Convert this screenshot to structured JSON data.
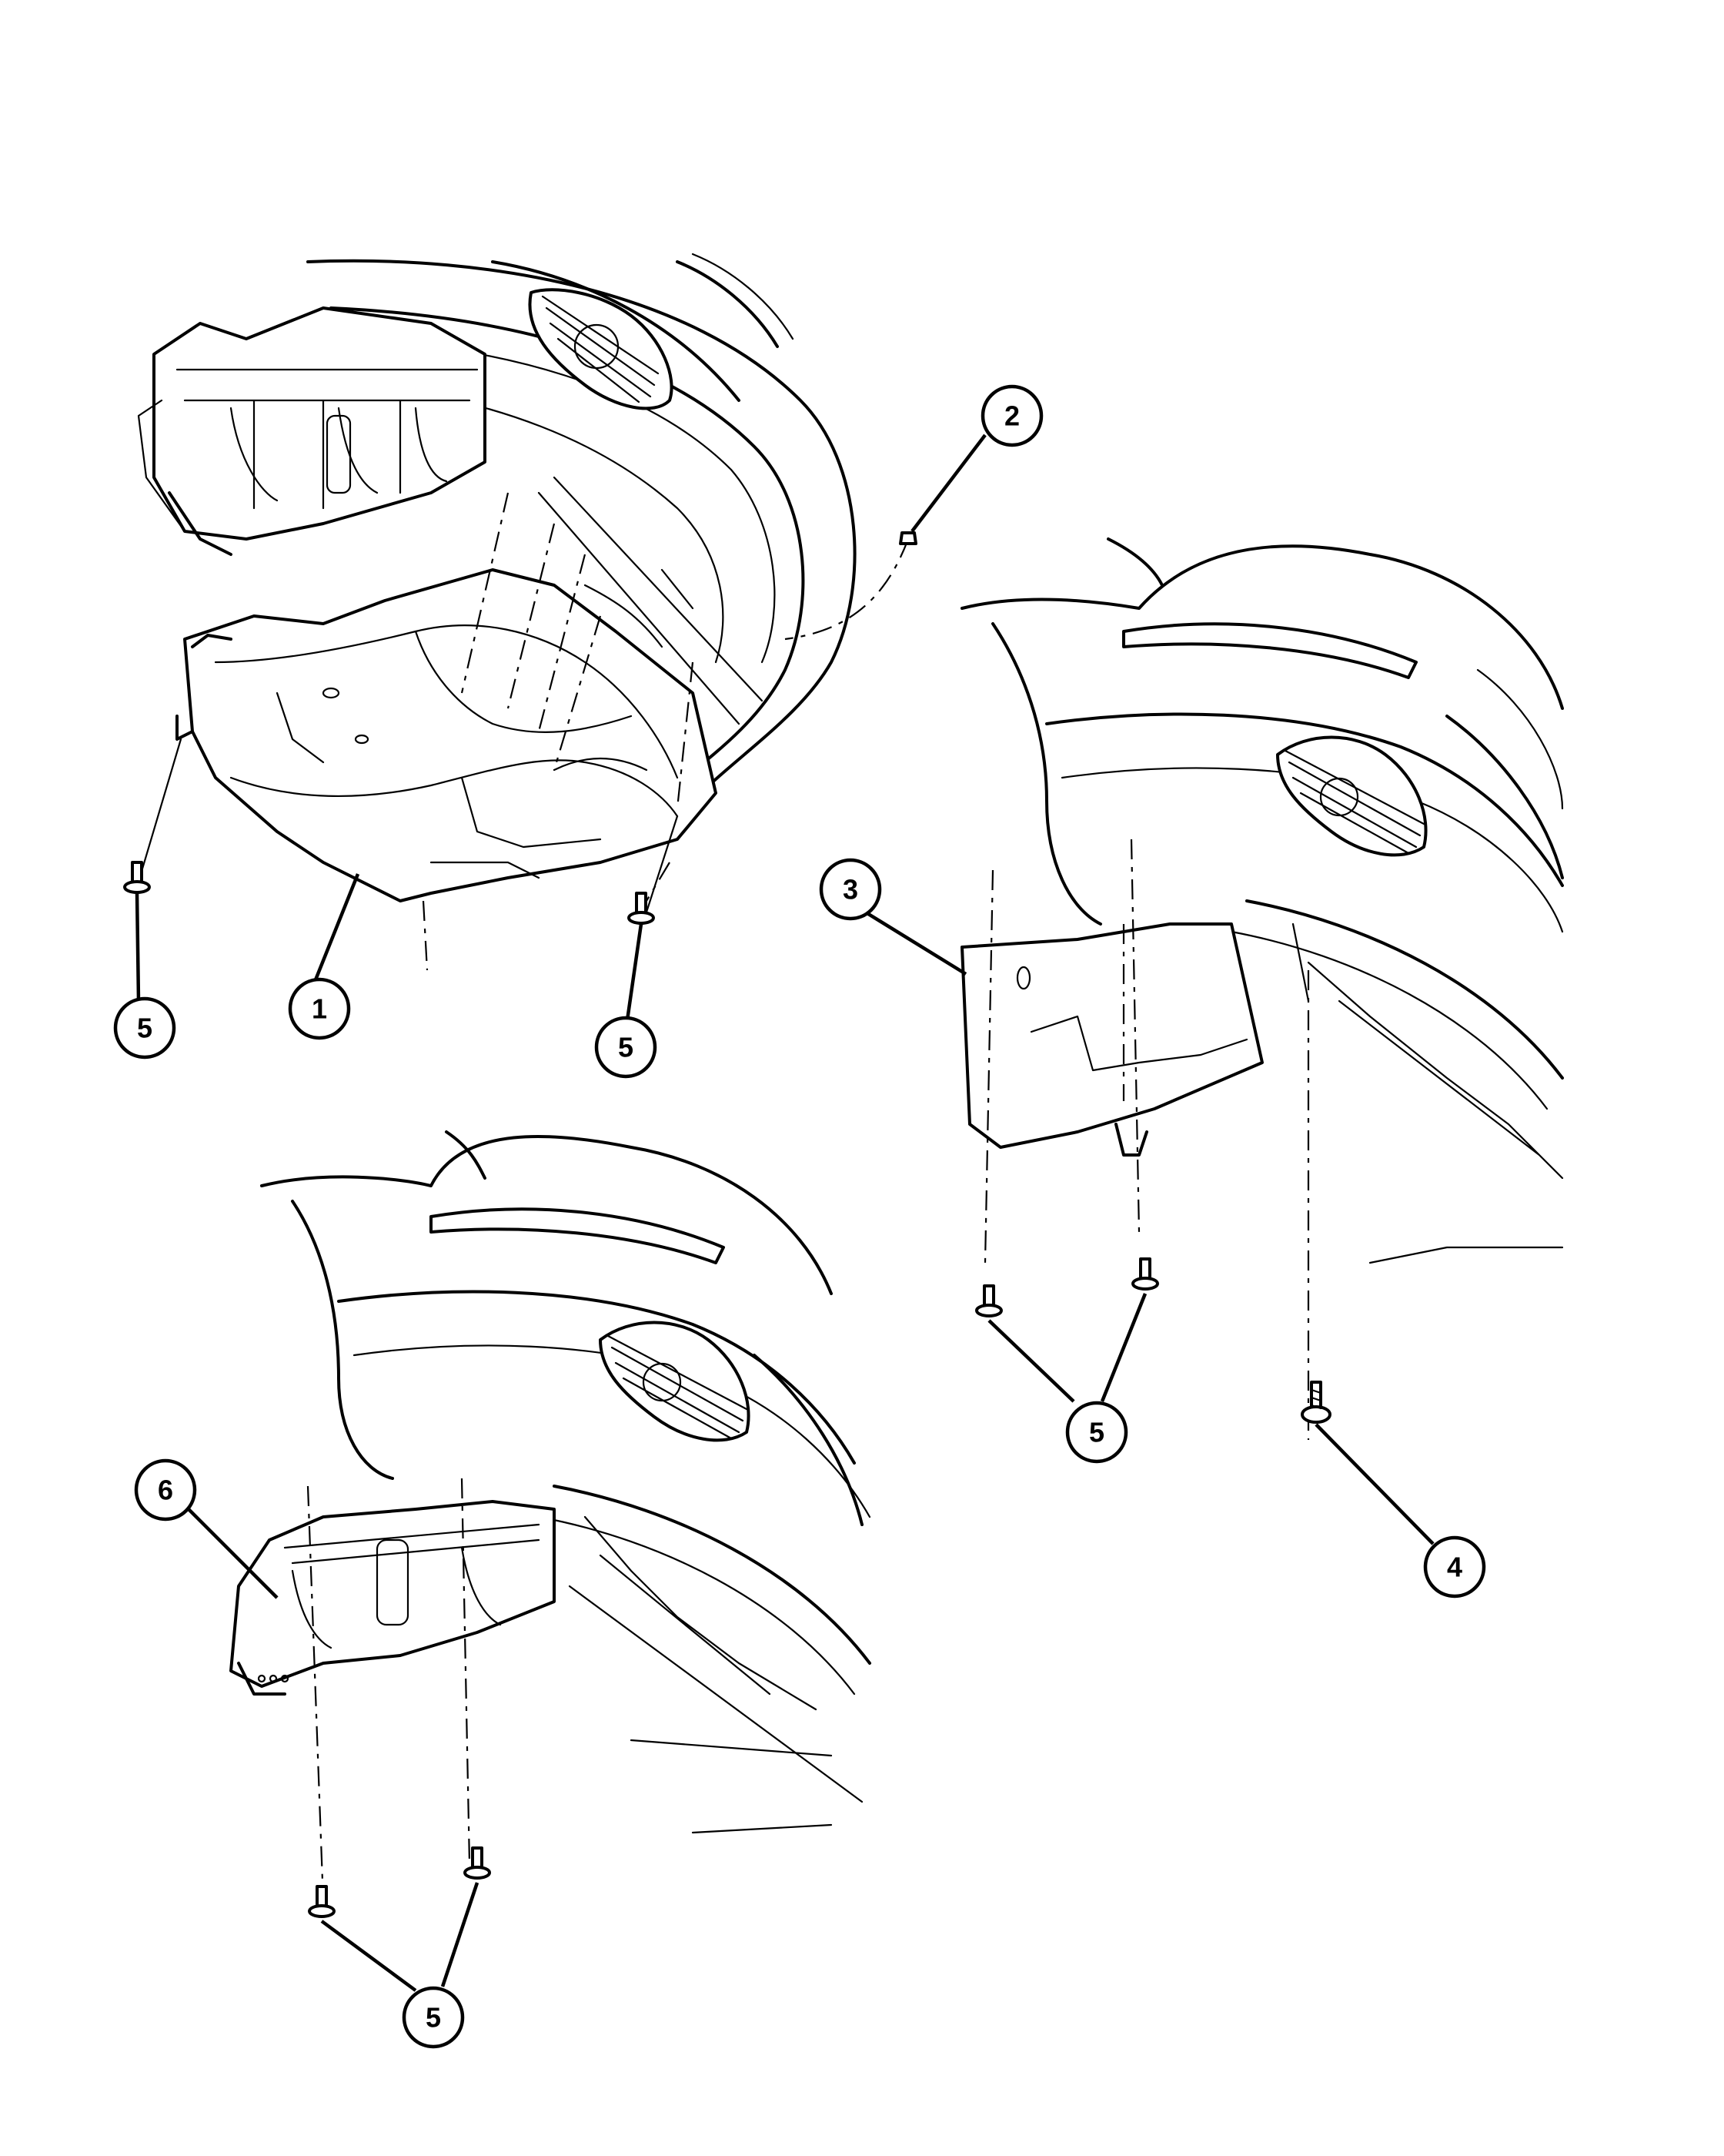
{
  "callouts": [
    {
      "id": "c2",
      "label": "2"
    },
    {
      "id": "c3",
      "label": "3"
    },
    {
      "id": "c1",
      "label": "1"
    },
    {
      "id": "c5a",
      "label": "5"
    },
    {
      "id": "c5b",
      "label": "5"
    },
    {
      "id": "c5c",
      "label": "5"
    },
    {
      "id": "c4",
      "label": "4"
    },
    {
      "id": "c6",
      "label": "6"
    },
    {
      "id": "c5d",
      "label": "5"
    }
  ],
  "icons": [
    "fastener-icon",
    "screw-icon",
    "clip-icon"
  ]
}
